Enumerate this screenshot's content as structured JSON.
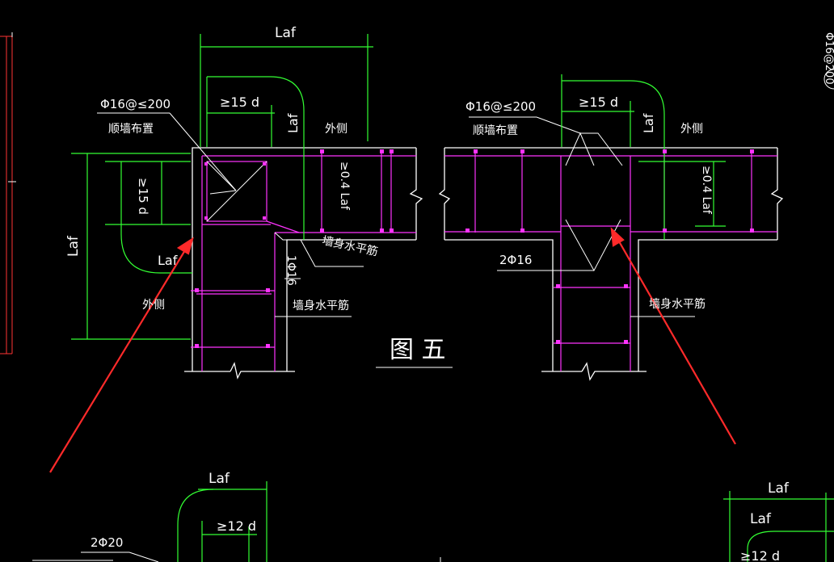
{
  "colors": {
    "background": "#000000",
    "dimension": "#33ff33",
    "rebar": "#ff33ff",
    "outline": "#ffffff",
    "arrow": "#ff2a2a"
  },
  "figure_title": "图 五",
  "left": {
    "dim_top": "Laf",
    "dim_hook": "≥15 d",
    "dim_vert": "Laf",
    "dim_left": "Laf",
    "dim_left_hook": "≥15 d",
    "dim_inner": "Laf",
    "wall_dim": "≥0.4 Laf",
    "rebar_spec": "Φ16@≤200",
    "rebar_note": "顺墙布置",
    "outside_top": "外侧",
    "outside_left": "外侧",
    "bar_1phi16": "1Φ16",
    "horiz_bar_a": "墙身水平筋",
    "horiz_bar_b": "墙身水平筋"
  },
  "right": {
    "dim_hook": "≥15 d",
    "dim_vert": "Laf",
    "wall_dim": "≥0.4 Laf",
    "rebar_spec": "Φ16@≤200",
    "rebar_note": "顺墙布置",
    "outside": "外侧",
    "bar_2phi16": "2Φ16",
    "horiz_bar": "墙身水平筋"
  },
  "bottom": {
    "left_dim": "Laf",
    "left_hook": "≥12 d",
    "left_bar": "2Φ20",
    "right_dim_a": "Laf",
    "right_dim_b": "Laf",
    "right_hook": "≥12 d"
  },
  "edge_text": "Φ16@200"
}
